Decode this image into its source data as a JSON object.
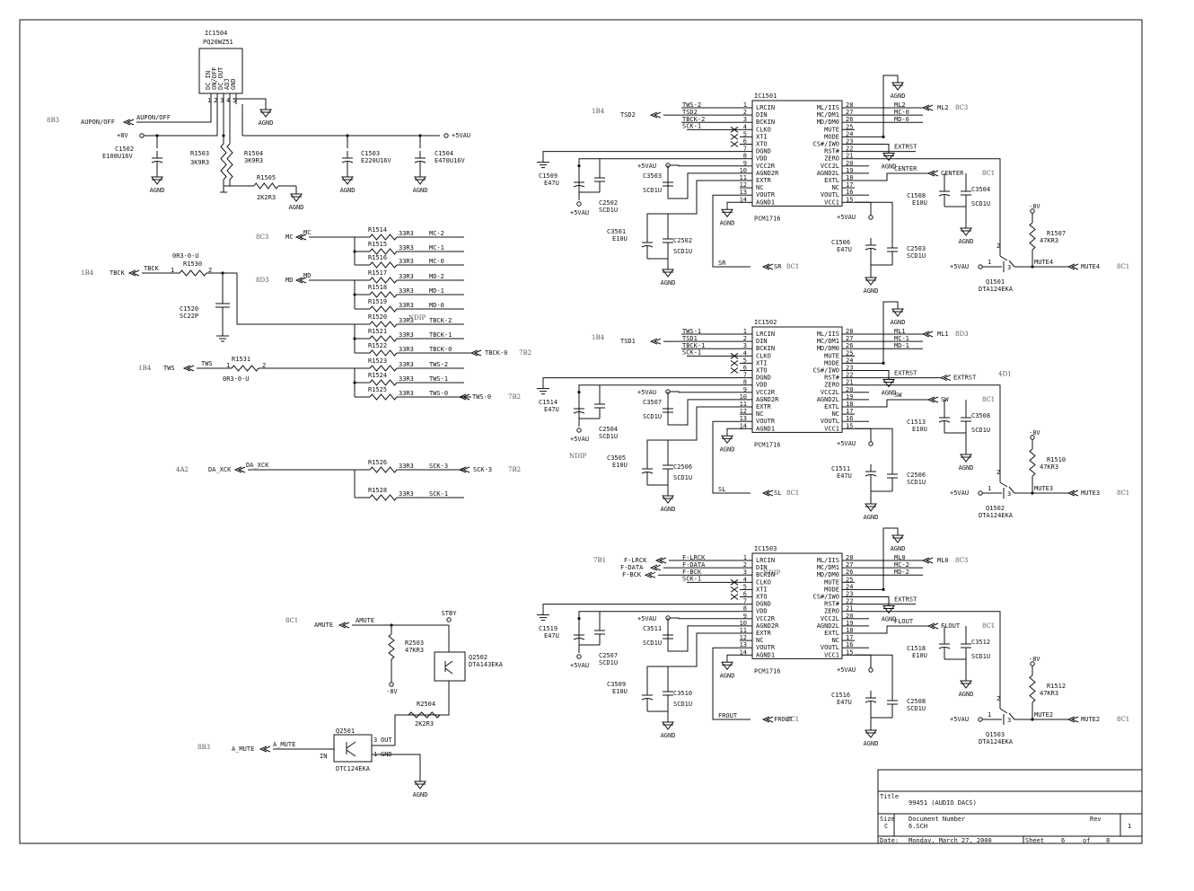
{
  "top": {
    "ic1504": "IC1504",
    "ic1504_part": "PQ20WZ51",
    "ic1504_pins": [
      "DC_IN",
      "ON/OFF",
      "DC_OUT",
      "ADJ",
      "GND"
    ],
    "aupon_port": "AUPON/OFF",
    "aupon_net": "AUPON/OFF",
    "plus8v": "+8V",
    "plus5vau": "+5VAU",
    "agnd": "AGND",
    "c1502": "C1502",
    "c1502_val": "E100U16V",
    "r1503": "R1503",
    "r1503_val": "3K9R3",
    "r1504": "R1504",
    "r1504_val": "3K9R3",
    "r1505": "R1505",
    "r1505_val": "2K2R3",
    "c1503": "C1503",
    "c1503_val": "E220U16V",
    "c1504": "C1504",
    "c1504_val": "E470U16V"
  },
  "resistor_bank": {
    "ports": {
      "mc": "MC",
      "md": "MD",
      "tbck": "TBCK",
      "tws": "TWS",
      "da_xck": "DA_XCK"
    },
    "nets": {
      "mc": "MC",
      "md": "MD",
      "tbck": "TBCK",
      "tws": "TWS",
      "da_xck": "DA_XCK"
    },
    "r1530": "R1530",
    "r1530_val": "0R3-0-U",
    "r1531": "R1531",
    "r1531_val": "0R3-0-U",
    "c1520": "C1520",
    "c1520_val": "SC22P",
    "resistors": [
      {
        "ref": "R1514",
        "val": "33R3",
        "net": "MC-2"
      },
      {
        "ref": "R1515",
        "val": "33R3",
        "net": "MC-1"
      },
      {
        "ref": "R1516",
        "val": "33R3",
        "net": "MC-0"
      },
      {
        "ref": "R1517",
        "val": "33R3",
        "net": "MD-2"
      },
      {
        "ref": "R1518",
        "val": "33R3",
        "net": "MD-1"
      },
      {
        "ref": "R1519",
        "val": "33R3",
        "net": "MD-0"
      },
      {
        "ref": "R1520",
        "val": "33R3",
        "net": "TBCK-2"
      },
      {
        "ref": "R1521",
        "val": "33R3",
        "net": "TBCK-1"
      },
      {
        "ref": "R1522",
        "val": "33R3",
        "net": "TBCK-0"
      },
      {
        "ref": "R1523",
        "val": "33R3",
        "net": "TWS-2"
      },
      {
        "ref": "R1524",
        "val": "33R3",
        "net": "TWS-1"
      },
      {
        "ref": "R1525",
        "val": "33R3",
        "net": "TWS-0"
      },
      {
        "ref": "R1526",
        "val": "33R3",
        "net": "SCK-3"
      },
      {
        "ref": "R1528",
        "val": "33R3",
        "net": "SCK-1"
      }
    ],
    "out_ports": {
      "tbck0": "TBCK-0",
      "tws0": "TWS-0",
      "sck3": "SCK-3"
    },
    "sheet_refs": {
      "mc": "8C3",
      "md": "8D3",
      "tbck": "1B4",
      "tws": "1B4",
      "tbck0": "7B2",
      "tws0": "7B2",
      "da_xck": "4A2",
      "sck3": "7B2"
    }
  },
  "mute": {
    "amute": "AMUTE",
    "amute_net": "AMUTE",
    "amute_ref": "8C1",
    "stby": "STBY",
    "r2503": "R2503",
    "r2503_val": "47KR3",
    "minus8v": "-8V",
    "q2502": "Q2502",
    "q2502_part": "DTA143EKA",
    "r2504": "R2504",
    "r2504_val": "2K2R3",
    "q2501": "Q2501",
    "q2501_part": "DTC124EKA",
    "a_mute": "A_MUTE",
    "a_mute_net": "A_MUTE",
    "a_mute_ref": "8B3",
    "pin_out": "OUT",
    "pin_gnd": "GND",
    "pin_in": "IN"
  },
  "dac_left_pins": [
    "LRCIN",
    "DIN",
    "BCKIN",
    "CLKO",
    "XTI",
    "XTO",
    "DGND",
    "VDD",
    "VCC2R",
    "AGND2R",
    "EXTR",
    "NC",
    "VOUTR",
    "AGND1"
  ],
  "dac_right_pins": [
    "ML/IIS",
    "MC/DM1",
    "MD/DM0",
    "MUTE",
    "MODE",
    "CS#/IWO",
    "RST#",
    "ZERO",
    "VCC2L",
    "AGND2L",
    "EXTL",
    "NC",
    "VOUTL",
    "VCC1"
  ],
  "dac_right_nums": [
    "28",
    "27",
    "26",
    "25",
    "24",
    "23",
    "22",
    "21",
    "20",
    "19",
    "18",
    "17",
    "16",
    "15"
  ],
  "dacs": [
    {
      "ic": "IC1501",
      "part": "PCM1716",
      "in_ref": "1B4",
      "in_ports": [
        "",
        "TSD2",
        ""
      ],
      "left_nets": [
        "TWS-2",
        "TSD2",
        "TBCK-2",
        "SCK-1"
      ],
      "right_nets": [
        "ML2",
        "MC-0",
        "MD-0"
      ],
      "ml_port": "ML2",
      "ml_ref": "8C3",
      "extrst": "EXTRST",
      "extrst_port": "",
      "extrst_ref": "",
      "lout_net": "CENTER",
      "lout_port": "CENTER",
      "lout_ref": "8C1",
      "rout_net": "SR",
      "rout_port": "SR",
      "rout_ref": "8C1",
      "mute_net": "MUTE4",
      "mute_port": "MUTE4",
      "mute_ref": "8C1",
      "caps": {
        "c_a": "C1509",
        "c_a_val": "E47U",
        "c_b": "C2502",
        "c_b_val": "SCD1U",
        "c_c": "C3503",
        "c_c_val": "SCD1U",
        "c_d": "C3501",
        "c_d_val": "E10U",
        "c_e": "C2502",
        "c_e_val": "SCD1U",
        "c_f": "C1508",
        "c_f_val": "E10U",
        "c_g": "C3504",
        "c_g_val": "SCD1U",
        "c_h": "C1506",
        "c_h_val": "E47U",
        "c_i": "C2503",
        "c_i_val": "SCD1U"
      },
      "r": "R1507",
      "r_val": "47KR3",
      "q": "Q1501",
      "q_part": "DTA124EKA"
    },
    {
      "ic": "IC1502",
      "part": "PCM1716",
      "in_ref": "1B4",
      "in_ports": [
        "",
        "TSD1",
        ""
      ],
      "left_nets": [
        "TWS-1",
        "TSD1",
        "TBCK-1",
        "SCK-1"
      ],
      "right_nets": [
        "ML1",
        "MC-1",
        "MD-1"
      ],
      "ml_port": "ML1",
      "ml_ref": "8D3",
      "extrst": "EXTRST",
      "extrst_port": "EXTRST",
      "extrst_ref": "4D1",
      "lout_net": "SW",
      "lout_port": "SW",
      "lout_ref": "8C1",
      "rout_net": "SL",
      "rout_port": "SL",
      "rout_ref": "8C1",
      "mute_net": "MUTE3",
      "mute_port": "MUTE3",
      "mute_ref": "8C1",
      "caps": {
        "c_a": "C1514",
        "c_a_val": "E47U",
        "c_b": "C2504",
        "c_b_val": "SCD1U",
        "c_c": "C3507",
        "c_c_val": "SCD1U",
        "c_d": "C3505",
        "c_d_val": "E10U",
        "c_e": "C2506",
        "c_e_val": "SCD1U",
        "c_f": "C1513",
        "c_f_val": "E10U",
        "c_g": "C3508",
        "c_g_val": "SCD1U",
        "c_h": "C1511",
        "c_h_val": "E47U",
        "c_i": "C2506",
        "c_i_val": "SCD1U"
      },
      "r": "R1510",
      "r_val": "47KR3",
      "q": "Q1502",
      "q_part": "DTA124EKA"
    },
    {
      "ic": "IC1503",
      "part": "PCM1716",
      "in_ref": "7B1",
      "in_ports": [
        "F-LRCK",
        "F-DATA",
        "F-BCK"
      ],
      "left_nets": [
        "F-LRCK",
        "F-DATA",
        "F-BCK",
        "SCK-1"
      ],
      "right_nets": [
        "ML0",
        "MC-2",
        "MD-2"
      ],
      "ml_port": "ML0",
      "ml_ref": "8C3",
      "extrst": "EXTRST",
      "extrst_port": "",
      "extrst_ref": "",
      "lout_net": "FLOUT",
      "lout_port": "FLOUT",
      "lout_ref": "8C1",
      "rout_net": "FROUT",
      "rout_port": "FROUT",
      "rout_ref": "8C1",
      "mute_net": "MUTE2",
      "mute_port": "MUTE2",
      "mute_ref": "8C1",
      "caps": {
        "c_a": "C1519",
        "c_a_val": "E47U",
        "c_b": "C2507",
        "c_b_val": "SCD1U",
        "c_c": "C3511",
        "c_c_val": "SCD1U",
        "c_d": "C3509",
        "c_d_val": "E10U",
        "c_e": "C3510",
        "c_e_val": "SCD1U",
        "c_f": "C1518",
        "c_f_val": "E10U",
        "c_g": "C3512",
        "c_g_val": "SCD1U",
        "c_h": "C1516",
        "c_h_val": "E47U",
        "c_i": "C2508",
        "c_i_val": "SCD1U"
      },
      "r": "R1512",
      "r_val": "47KR3",
      "q": "Q1503",
      "q_part": "DTA124EKA"
    }
  ],
  "dac_common": {
    "plus5vau": "+5VAU",
    "minus8v": "-8V",
    "agnd": "AGND"
  },
  "watermarks": [
    "NDIP",
    "NDIP",
    "NDIP"
  ],
  "title_block": {
    "title_label": "Title",
    "title": "99451 (AUDIO DACS)",
    "size_label": "Size",
    "size": "C",
    "docnum_label": "Document Number",
    "docnum": "6.SCH",
    "rev_label": "Rev",
    "rev": "1",
    "date_label": "Date:",
    "date": "Monday, March 27, 2000",
    "sheet_label": "Sheet",
    "sheet": "6",
    "of_label": "of",
    "of": "8"
  }
}
